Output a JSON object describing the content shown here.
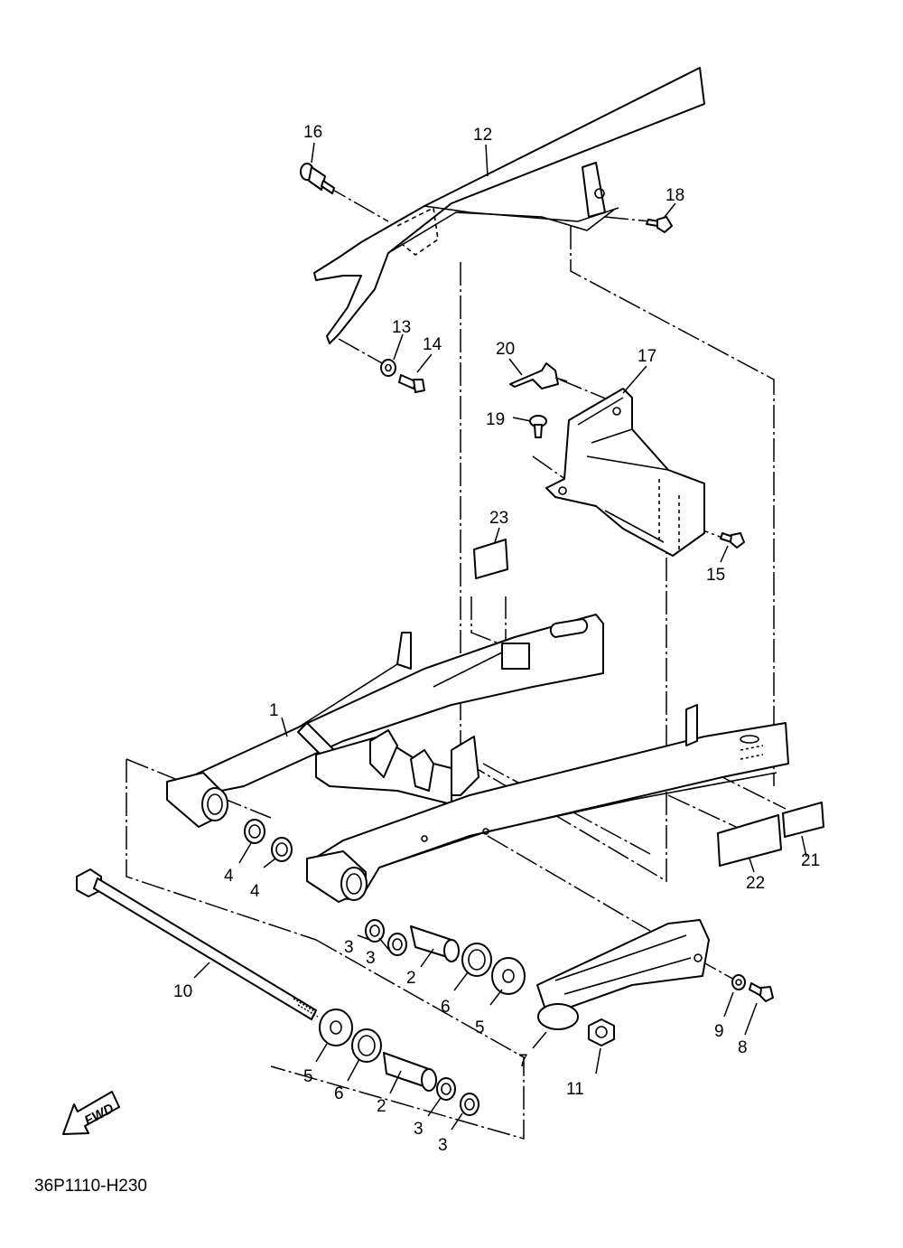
{
  "callouts": [
    "1",
    "2",
    "2",
    "3",
    "3",
    "3",
    "3",
    "4",
    "4",
    "5",
    "5",
    "6",
    "6",
    "7",
    "8",
    "9",
    "10",
    "11",
    "12",
    "13",
    "14",
    "15",
    "16",
    "17",
    "18",
    "19",
    "20",
    "21",
    "22",
    "23"
  ],
  "diagram_code": "36P1110-H230",
  "fwd_label": "FWD",
  "colors": {
    "line": "#000000",
    "background": "#ffffff"
  }
}
